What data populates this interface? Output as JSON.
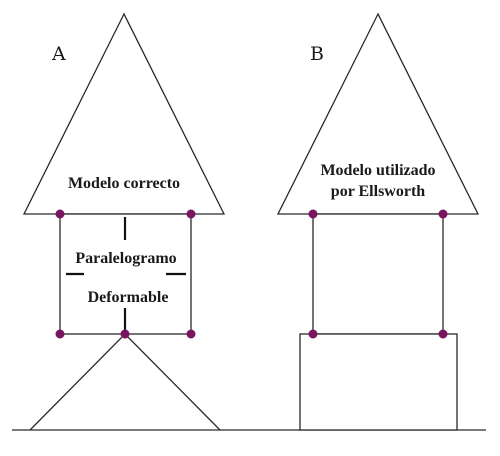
{
  "colors": {
    "line": "#2a2a2a",
    "joint": "#7a1560"
  },
  "diagram_a": {
    "letter": "A",
    "roof_label": "Modelo correcto",
    "box_label_line1": "Paralelogramo",
    "box_label_line2": "Deformable"
  },
  "diagram_b": {
    "letter": "B",
    "roof_label_line1": "Modelo utilizado",
    "roof_label_line2": "por Ellsworth"
  }
}
